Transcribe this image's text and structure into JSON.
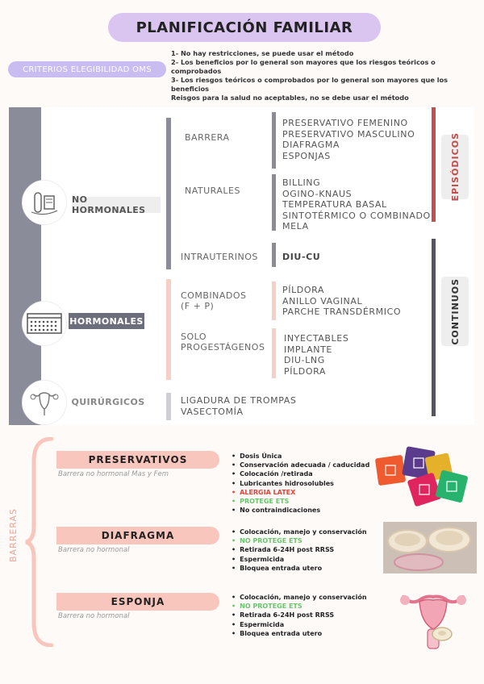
{
  "title": "PLANIFICACIÓN FAMILIAR",
  "criteria": {
    "label": "CRITERIOS ELEGIBILIDAD OMS",
    "lines": [
      "1- No hay restricciones, se puede usar el método",
      "2- Los beneficios por lo general son mayores que los riesgos teóricos o comprobados",
      "3- Los riesgos teóricos o comprobados por lo general son mayores que los beneficios",
      "Reisgos para la salud no aceptables, no se debe usar el método"
    ]
  },
  "overview": {
    "categories": {
      "no_hormonales": "NO HORMONALES",
      "hormonales": "HORMONALES",
      "quirurgicos": "QUIRÚRGICOS"
    },
    "groups": {
      "barrera": "BARRERA",
      "naturales": "NATURALES",
      "intrauterinos": "INTRAUTERINOS",
      "combinados": "COMBINADOS",
      "combinados_sub": "(F + P)",
      "solo": "SOLO",
      "progestagenos": "PROGESTÁGENOS"
    },
    "barrera_items": [
      "PRESERVATIVO FEMENINO",
      "PRESERVATIVO MASCULINO",
      "DIAFRAGMA",
      "ESPONJAS"
    ],
    "naturales_items": [
      "BILLING",
      "OGINO-KNAUS",
      "TEMPERATURA BASAL",
      "SINTOTÉRMICO O COMBINADO",
      "MELA"
    ],
    "intrauterino_item": "DIU-CU",
    "combinados_items": [
      "PÍLDORA",
      "ANILLO VAGINAL",
      "PARCHE TRANSDÉRMICO"
    ],
    "solo_items": [
      "INYECTABLES",
      "IMPLANTE",
      "DIU-LNG",
      "PÍLDORA"
    ],
    "quirurgicos_items": [
      "LIGADURA DE TROMPAS",
      "VASECTOMÍA"
    ],
    "tags": {
      "episodicos": "EPISÓDICOS",
      "continuos": "CONTINUOS"
    }
  },
  "barreras": {
    "label": "BARRERAS",
    "methods": [
      {
        "name": "PRESERVATIVOS",
        "subtitle": "Barrera no hormonal Mas y Fem",
        "bullets": [
          "Dosis Única",
          "Conservación adecuada / caducidad",
          "Colocación /retirada",
          "Lubricantes hidrosolubles",
          "ALERGIA LATEX",
          "PROTEGE ETS",
          "No contraindicaciones"
        ]
      },
      {
        "name": "DIAFRAGMA",
        "subtitle": "Barrera no hormonal",
        "bullets": [
          "Colocación, manejo y conservación",
          "NO PROTEGE ETS",
          "Retirada 6-24H post RRSS",
          "Espermicida",
          "Bloquea entrada utero"
        ]
      },
      {
        "name": "ESPONJA",
        "subtitle": "Barrera no hormonal",
        "bullets": [
          "Colocación, manejo y conservación",
          "NO PROTEGE ETS",
          "Retirada 6-24H post RRSS",
          "Espermicida",
          "Bloquea entrada utero"
        ]
      }
    ]
  },
  "colors": {
    "title_pill": "#d9c5f0",
    "criteria_pill": "#c9bcf0",
    "episodicos_bar": "#c0504d",
    "continuos_bar": "#55555f",
    "barrera_line": "#8a8c99",
    "hormonal_line": "#f7cfc4",
    "method_pill": "#f9c6bd",
    "alert_red": "#e8413a",
    "protect_green": "#6cc36f"
  }
}
